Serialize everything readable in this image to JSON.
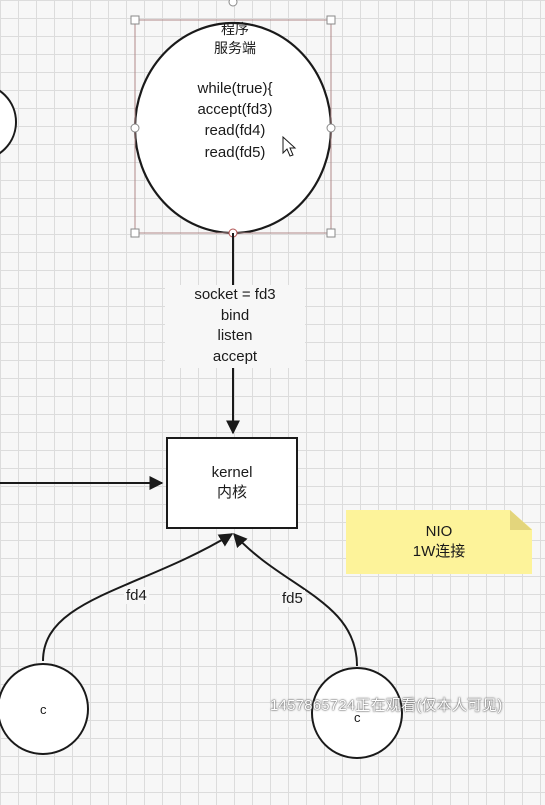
{
  "program_node": {
    "title": "程序",
    "subtitle": "服务端",
    "code_lines": [
      "while(true){",
      "accept(fd3)",
      "read(fd4)",
      "read(fd5)"
    ]
  },
  "socket_edge": {
    "lines": [
      "socket = fd3",
      "bind",
      "listen",
      "accept"
    ]
  },
  "kernel_node": {
    "label": "kernel",
    "label_cn": "内核"
  },
  "note": {
    "line1": "NIO",
    "line2": "1W连接",
    "color": "#fdf39a"
  },
  "edges": {
    "fd4": "fd4",
    "fd5": "fd5"
  },
  "clients": {
    "left_label": "c",
    "right_label": "c"
  },
  "watermark": "1457865724正在观看(仅本人可见)",
  "colors": {
    "stroke": "#1a1a1a",
    "selection": "#b08a8a",
    "grid": "#dcdcdc"
  }
}
